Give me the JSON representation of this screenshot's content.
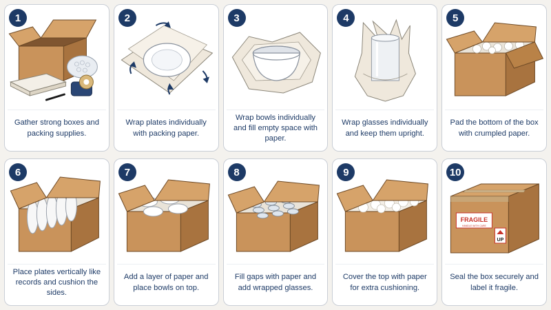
{
  "steps": [
    {
      "number": "1",
      "caption": "Gather strong boxes and packing supplies."
    },
    {
      "number": "2",
      "caption": "Wrap plates individually with packing paper."
    },
    {
      "number": "3",
      "caption": "Wrap bowls individually and fill empty space with paper."
    },
    {
      "number": "4",
      "caption": "Wrap glasses individually and keep them upright."
    },
    {
      "number": "5",
      "caption": "Pad the bottom of the box with crumpled paper."
    },
    {
      "number": "6",
      "caption": "Place plates vertically like records and cushion the sides."
    },
    {
      "number": "7",
      "caption": "Add a layer of paper and place bowls on top."
    },
    {
      "number": "8",
      "caption": "Fill gaps with paper and add wrapped glasses."
    },
    {
      "number": "9",
      "caption": "Cover the top with paper for extra cushioning."
    },
    {
      "number": "10",
      "caption": "Seal the box securely and label it fragile."
    }
  ],
  "label": {
    "fragile": "FRAGILE",
    "handle": "HANDLE WITH CARE",
    "up": "UP"
  },
  "colors": {
    "navy": "#1d3a66",
    "cardboard": "#c9935b",
    "cardboard_dark": "#a8733f",
    "paper": "#efe8dc",
    "fragile_red": "#c8332b"
  }
}
